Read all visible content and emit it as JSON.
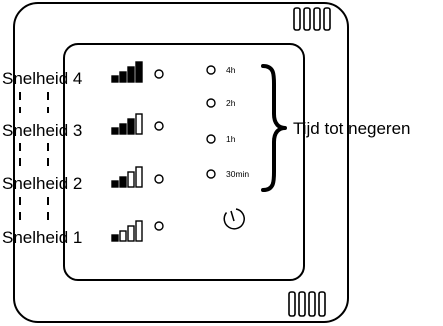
{
  "speeds": [
    {
      "label": "Snelheid 4",
      "level": 4
    },
    {
      "label": "Snelheid 3",
      "level": 3
    },
    {
      "label": "Snelheid 2",
      "level": 2
    },
    {
      "label": "Snelheid 1",
      "level": 1
    }
  ],
  "timers": [
    {
      "label": "4h"
    },
    {
      "label": "2h"
    },
    {
      "label": "1h"
    },
    {
      "label": "30min"
    }
  ],
  "brace_label": "Tijd tot negeren",
  "icons": {
    "signal_bars": "signal-bars-icon",
    "indicator": "led-indicator-icon",
    "timer_button": "timer-icon",
    "grille": "vent-grille-icon"
  },
  "colors": {
    "stroke": "#000000",
    "fill": "#000000",
    "background": "#ffffff"
  }
}
